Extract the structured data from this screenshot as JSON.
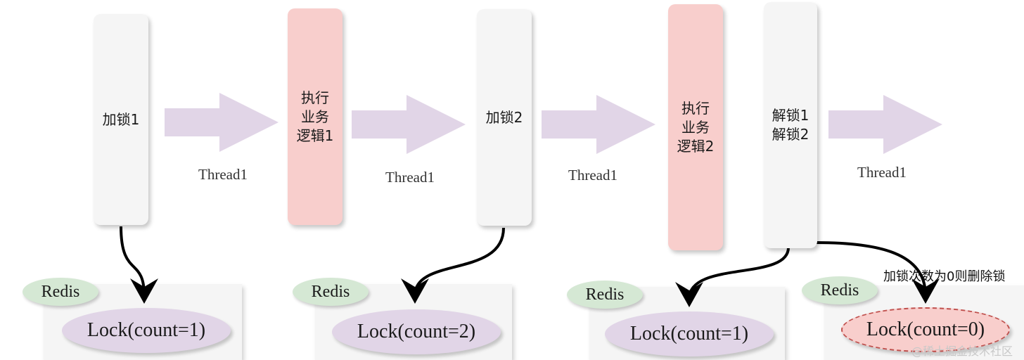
{
  "steps": [
    {
      "label": "加锁1"
    },
    {
      "label": "执行\n业务\n逻辑1"
    },
    {
      "label": "加锁2"
    },
    {
      "label": "执行\n业务\n逻辑2"
    },
    {
      "label": "解锁1\n解锁2"
    }
  ],
  "thread_labels": [
    "Thread1",
    "Thread1",
    "Thread1",
    "Thread1"
  ],
  "redis_label": "Redis",
  "locks": [
    {
      "label": "Lock(count=1)"
    },
    {
      "label": "Lock(count=2)"
    },
    {
      "label": "Lock(count=1)"
    },
    {
      "label": "Lock(count=0)"
    }
  ],
  "delete_note": "加锁次数为0则删除锁",
  "watermark": "@稀土掘金技术社区",
  "colors": {
    "step_box": "#f5f5f5",
    "business_box": "#f8cecc",
    "arrow_fill": "#e1d5e7",
    "redis_tag": "#d5e8d4",
    "lock_ellipse": "#e1d5e7",
    "deleted_lock": "#f8cecc"
  }
}
